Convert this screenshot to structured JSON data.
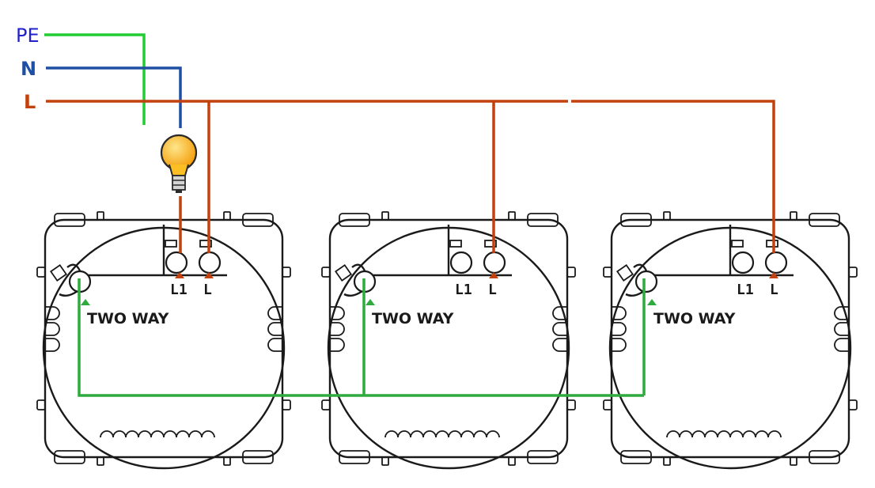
{
  "supply": {
    "pe": {
      "label": "PE",
      "color": "#2222cc",
      "wire_color": "#22cc33"
    },
    "n": {
      "label": "N",
      "color": "#1f4fa3",
      "wire_color": "#1f4fa3"
    },
    "l": {
      "label": "L",
      "color": "#c2410c",
      "wire_color": "#c2410c"
    }
  },
  "lamp": {
    "icon": "light-bulb-icon",
    "color": "#fbbf24"
  },
  "traveler_wire_color": "#2eaa3f",
  "modules": [
    {
      "terminal_l1": "L1",
      "terminal_l": "L",
      "two_way_label": "TWO WAY"
    },
    {
      "terminal_l1": "L1",
      "terminal_l": "L",
      "two_way_label": "TWO WAY"
    },
    {
      "terminal_l1": "L1",
      "terminal_l": "L",
      "two_way_label": "TWO WAY"
    }
  ]
}
